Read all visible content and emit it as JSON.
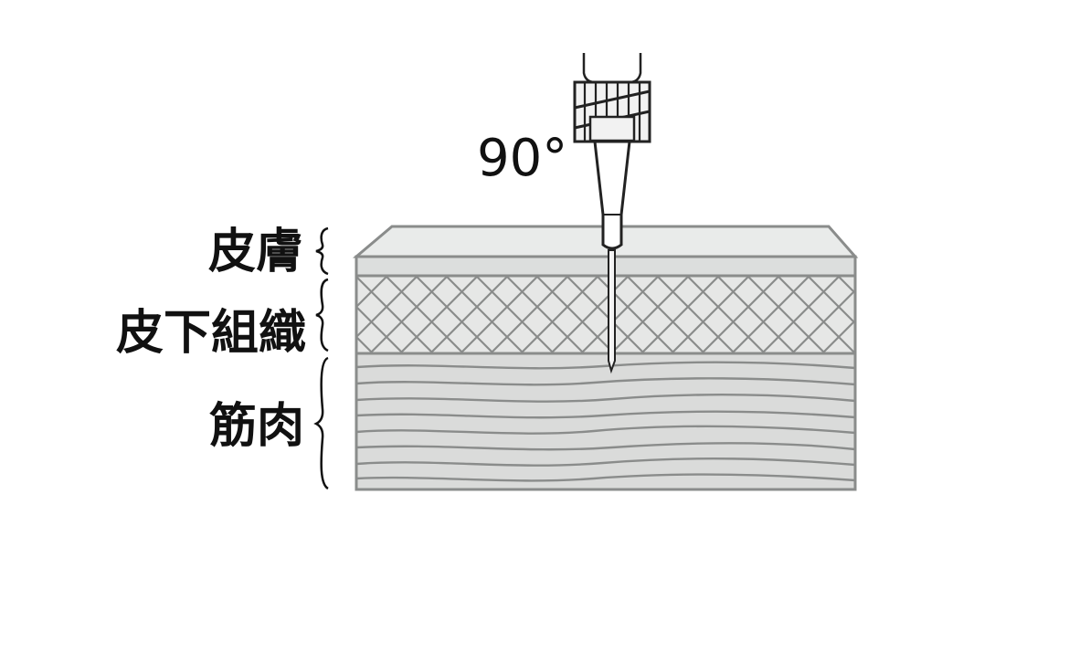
{
  "angle_label": "90°",
  "layers": {
    "skin": "皮膚",
    "subcutaneous": "皮下組織",
    "muscle": "筋肉"
  },
  "colors": {
    "skin_top": "#e9ebea",
    "skin_front": "#dcdedd",
    "subcutaneous_fill": "#e6e7e6",
    "muscle_fill": "#dadbda",
    "outline": "#8a8c8b",
    "needle_outline": "#222222"
  }
}
